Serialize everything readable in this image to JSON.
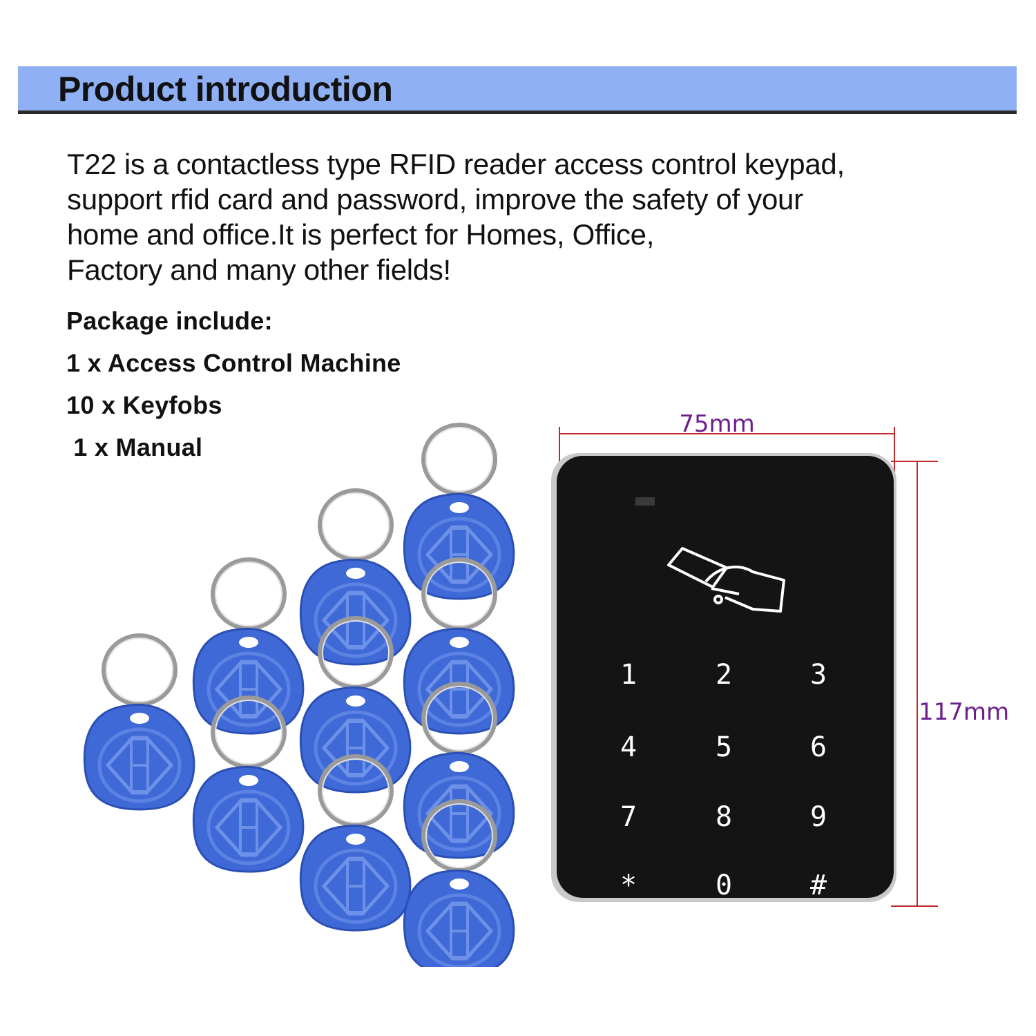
{
  "header": {
    "title": "Product introduction"
  },
  "intro": {
    "text": "T22 is a contactless type RFID reader access control keypad,\nsupport rfid card and password, improve the safety of your\nhome and office.It is perfect for Homes, Office,\nFactory and many other fields!"
  },
  "package": {
    "heading": "Package include:",
    "items": [
      "1 x Access Control Machine",
      "10 x Keyfobs",
      " 1 x Manual"
    ]
  },
  "keyfobs": {
    "count": 10,
    "color": "#3f69d6"
  },
  "device": {
    "width_label": "75mm",
    "height_label": "117mm",
    "keys": [
      "1",
      "2",
      "3",
      "4",
      "5",
      "6",
      "7",
      "8",
      "9",
      "*",
      "0",
      "#"
    ],
    "body_color": "#111111",
    "dimension_line_color": "#c4262b"
  }
}
